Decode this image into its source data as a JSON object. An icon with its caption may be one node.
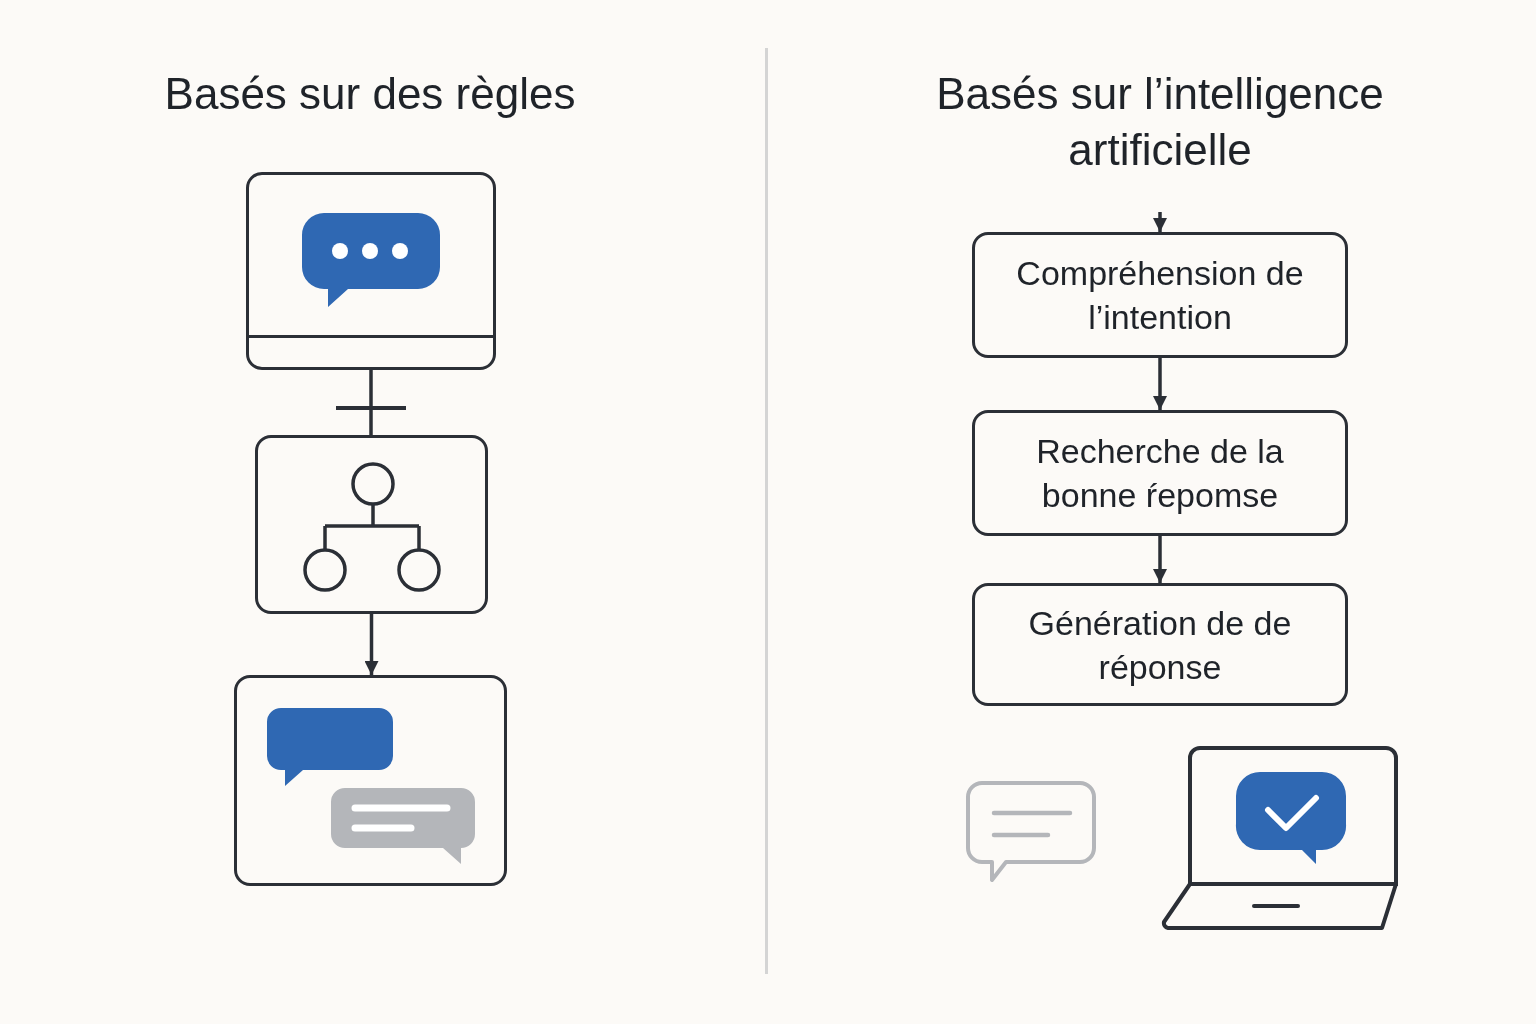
{
  "diagram": {
    "nodes": [
      {
        "text": [],
        "shape": "picture"
      },
      {
        "text": [],
        "shape": "picture"
      },
      {
        "text": [],
        "shape": "picture"
      },
      {
        "text": [
          "Compréhension de l’intention"
        ]
      },
      {
        "text": [
          "Recherche de la bonne ŕepomse"
        ]
      },
      {
        "text": [
          "Génération de de réponse"
        ]
      }
    ],
    "edges": [
      {
        "from": 0,
        "to": 1,
        "arrow": "other"
      },
      {
        "from": 1,
        "to": 2,
        "arrow": "to"
      },
      {
        "from": null,
        "to": 3,
        "arrow": "to"
      },
      {
        "from": 3,
        "to": 4,
        "arrow": "to"
      },
      {
        "from": 4,
        "to": 5,
        "arrow": "to"
      }
    ],
    "labels": [
      "Basés sur des règles",
      "Basés sur l’intelligence artificielle"
    ]
  }
}
